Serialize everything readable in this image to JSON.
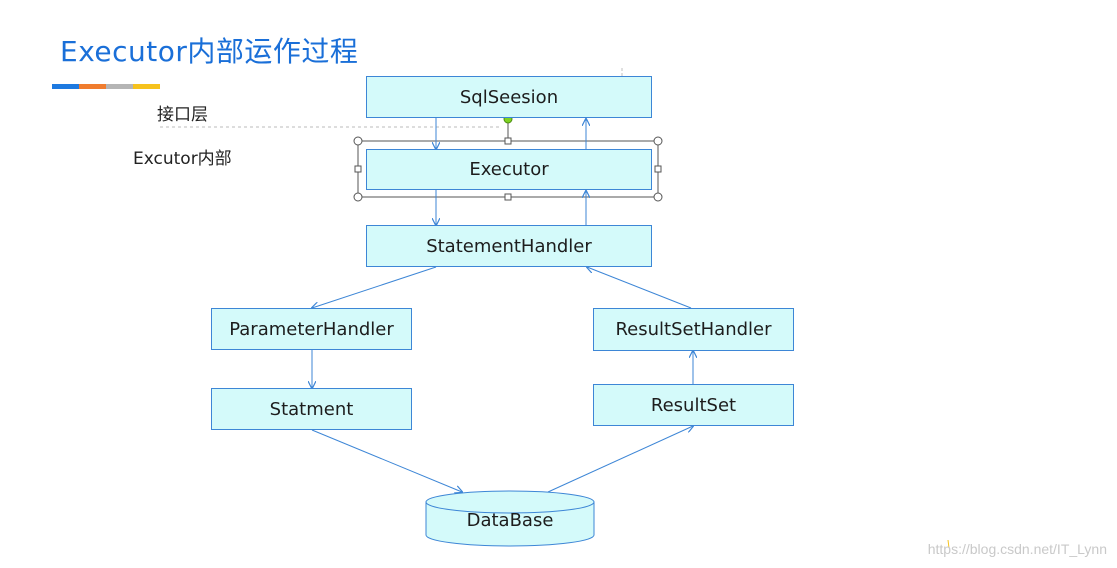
{
  "title": "Executor内部运作过程",
  "accent_bar_colors": [
    "#1e7ae0",
    "#f07c2e",
    "#b5b5b5",
    "#f6c21d"
  ],
  "layer_labels": {
    "interface": "接口层",
    "executor_inside": "Excutor内部"
  },
  "nodes": {
    "sqlsession": "SqlSeesion",
    "executor": "Executor",
    "statement_handler": "StatementHandler",
    "parameter_handler": "ParameterHandler",
    "resultset_handler": "ResultSetHandler",
    "statement": "Statment",
    "resultset": "ResultSet",
    "database": "DataBase"
  },
  "colors": {
    "node_fill": "#d4fafa",
    "node_border": "#3d86d6",
    "arrow": "#3d86d6",
    "title": "#1a6fd8"
  },
  "watermark": "https://blog.csdn.net/IT_Lynn"
}
